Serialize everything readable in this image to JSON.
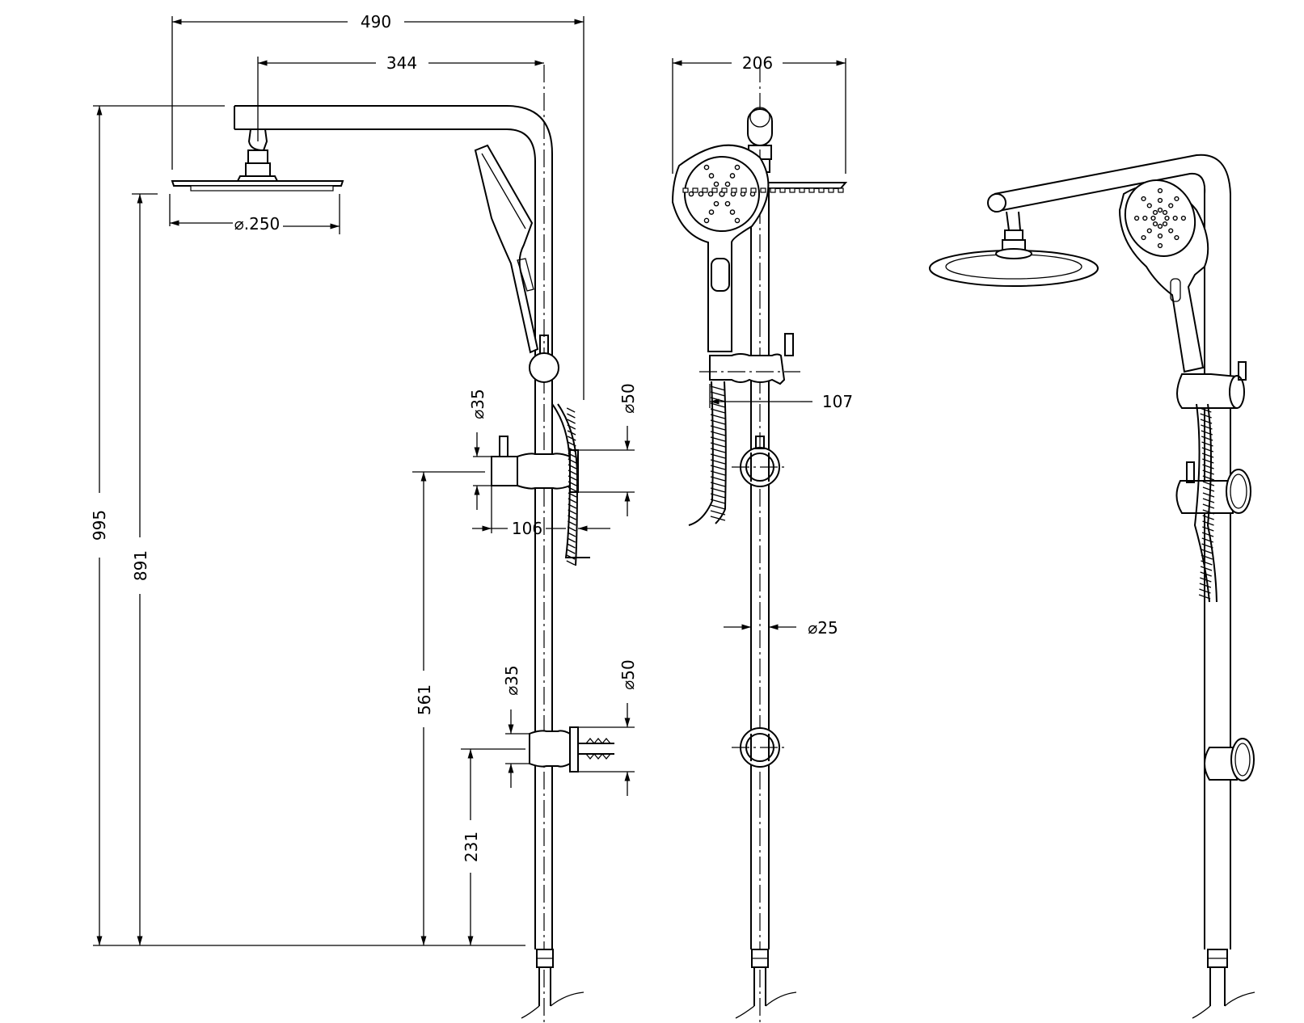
{
  "dimensions": {
    "overall_width": "490",
    "arm_projection": "344",
    "side_width": "206",
    "rail_diameter": "⌀25",
    "head_diameter": "⌀.250",
    "overall_height": "995",
    "head_height": "891",
    "upper_bracket_height": "561",
    "lower_bracket_height": "231",
    "upper_bracket_depth": "106",
    "holder_depth": "107",
    "upper_bracket_small_dia": "⌀35",
    "upper_bracket_large_dia": "⌀50",
    "lower_bracket_small_dia": "⌀35",
    "lower_bracket_large_dia": "⌀50"
  }
}
